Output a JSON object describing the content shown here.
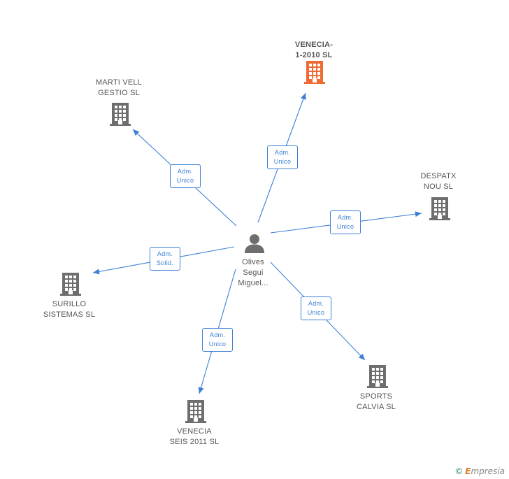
{
  "center": {
    "label": "Olives\nSegui\nMiguel..."
  },
  "nodes": [
    {
      "id": "venecia-1-2010",
      "label": "VENECIA-\n1-2010 SL",
      "highlight": true
    },
    {
      "id": "marti-vell",
      "label": "MARTI VELL\nGESTIO SL",
      "highlight": false
    },
    {
      "id": "despatx-nou",
      "label": "DESPATX\nNOU SL",
      "highlight": false
    },
    {
      "id": "surillo",
      "label": "SURILLO\nSISTEMAS SL",
      "highlight": false
    },
    {
      "id": "venecia-seis",
      "label": "VENECIA\nSEIS 2011 SL",
      "highlight": false
    },
    {
      "id": "sports-calvia",
      "label": "SPORTS\nCALVIA  SL",
      "highlight": false
    }
  ],
  "edges": [
    {
      "to": "venecia-1-2010",
      "label": "Adm.\nUnico"
    },
    {
      "to": "marti-vell",
      "label": "Adm.\nUnico"
    },
    {
      "to": "despatx-nou",
      "label": "Adm.\nUnico"
    },
    {
      "to": "surillo",
      "label": "Adm.\nSolid."
    },
    {
      "to": "venecia-seis",
      "label": "Adm.\nUnico"
    },
    {
      "to": "sports-calvia",
      "label": "Adm.\nUnico"
    }
  ],
  "colors": {
    "edge": "#3b7fd4",
    "building": "#6e6e6e",
    "building_highlight": "#f06a35",
    "person": "#6e6e6e"
  },
  "footer": {
    "copyright_symbol": "©",
    "brand_first": "E",
    "brand_rest": "mpresia"
  }
}
